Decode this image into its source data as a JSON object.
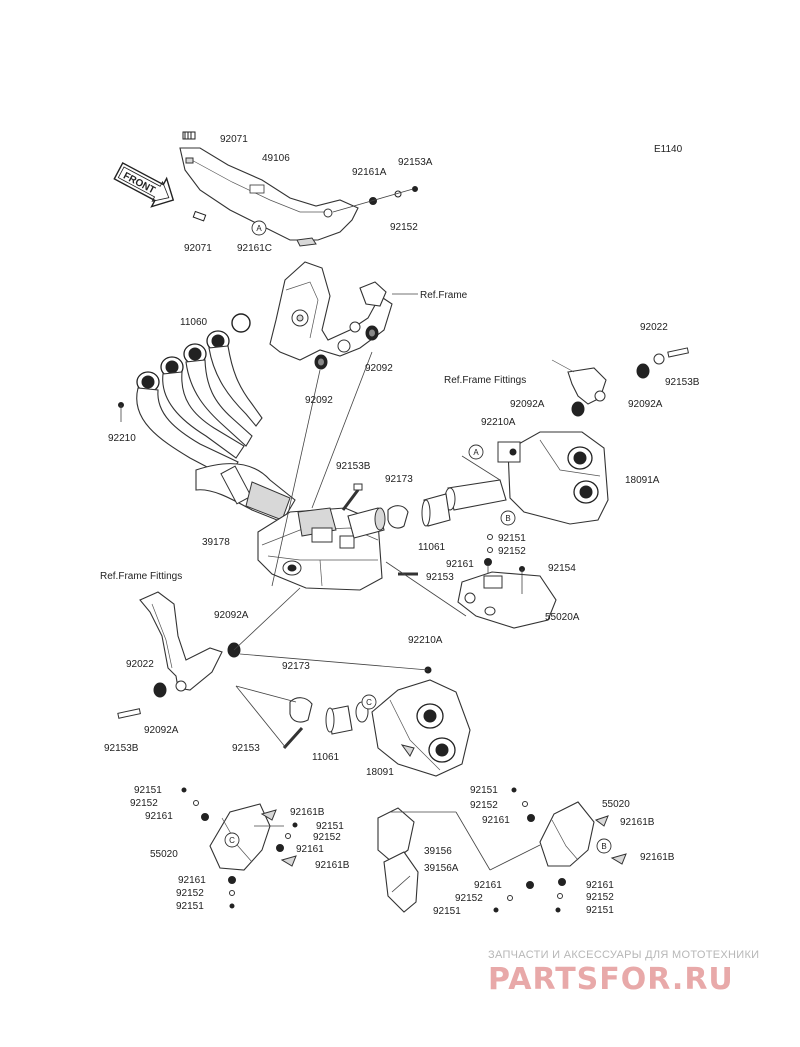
{
  "diagram": {
    "code": "E1140",
    "front_label": "FRONT",
    "ref_frame": "Ref.Frame",
    "ref_frame_fittings_1": "Ref.Frame Fittings",
    "ref_frame_fittings_2": "Ref.Frame Fittings",
    "callouts": [
      "A",
      "A",
      "B",
      "B",
      "C",
      "C"
    ],
    "part_labels": [
      "92071",
      "49106",
      "92161A",
      "92153A",
      "92152",
      "92071",
      "92161C",
      "11060",
      "92092",
      "92092",
      "92210",
      "92022",
      "92153B",
      "92092A",
      "92092A",
      "92210A",
      "18091A",
      "92153B",
      "92173",
      "39178",
      "11061",
      "92151",
      "92152",
      "92161",
      "92153",
      "92154",
      "55020A",
      "92092A",
      "92022",
      "92092A",
      "92153B",
      "92210A",
      "92173",
      "92153",
      "11061",
      "18091",
      "92151",
      "92152",
      "92161",
      "92161B",
      "92151",
      "92152",
      "55020",
      "92161",
      "92161B",
      "92161",
      "92152",
      "92151",
      "92151",
      "92152",
      "55020",
      "92161",
      "92161B",
      "39156",
      "39156A",
      "92161B",
      "92161",
      "92161",
      "92152",
      "92152",
      "92151",
      "92151"
    ]
  },
  "watermark": {
    "top_text": "ЗАПЧАСТИ И АКСЕССУАРЫ ДЛЯ МОТОТЕХНИКИ",
    "logo_text": "PARTSFOR.RU"
  }
}
